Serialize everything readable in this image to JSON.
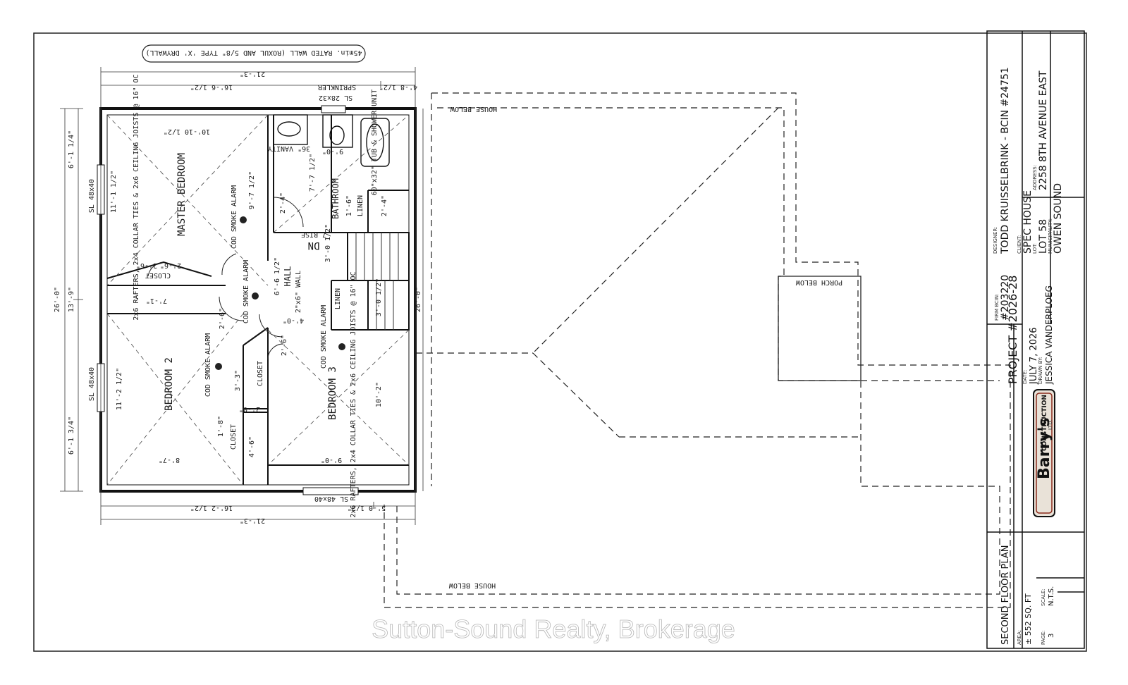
{
  "sheet": {
    "note_banner": "45min. RATED WALL (ROXUL AND 5/8\" TYPE 'X' DRYWALL)",
    "house_below_top": "HOUSE BELOW",
    "house_below_bottom": "HOUSE BELOW",
    "porch_below": "PORCH BELOW",
    "watermark": "Sutton-Sound Realty, Brokerage"
  },
  "rooms": {
    "master": "MASTER BEDROOM",
    "bedroom2": "BEDROOM 2",
    "bedroom3": "BEDROOM 3",
    "bathroom": "BATHROOM",
    "hall": "HALL",
    "closet_master": "CLOSET",
    "closet_b2": "CLOSET",
    "closet_b3": "CLOSET",
    "linen_1": "LINEN",
    "linen_2": "LINEN",
    "stair": "DN",
    "stair_rise": "7 RISE",
    "vanity": "36\" VANITY",
    "tub": "60\"x32\" TUB & SHOWER UNIT",
    "hall_wall": "2\"x6\" WALL",
    "alarm": "COD SMOKE ALARM",
    "rafters_note": "2x6 RAFTERS, 2x4 COLLAR TIES & 2x6 CEILING JOISTS @ 16\" OC"
  },
  "dimensions": {
    "top_overall": "21'-3\"",
    "top_left": "16'-6 1/2\"",
    "top_right": "4'-8 1/2\"",
    "sprinkler": "SPRINKLER",
    "window_top": "SL 28x32",
    "bottom_overall": "21'-3\"",
    "bottom_left": "16'-2 1/2\"",
    "bottom_right": "5'-0 1/2\"",
    "window_bottom": "SL 48x40",
    "left_overall": "26'-0\"",
    "left_top": "6'-1 1/4\"",
    "left_mid": "13'-9\"",
    "left_bottom": "6'-1 3/4\"",
    "window_left_1": "SL 48x40",
    "window_left_2": "SL 48x40",
    "right_overall": "26'-0\"",
    "master_w": "10'-10 1/2\"",
    "master_h": "9'-7 1/2\"",
    "master_l": "11'-1 1/2\"",
    "master_closet": "7'-1\"",
    "bath_w": "9'-0\"",
    "bath_h": "7'-7 1/2\"",
    "linen_w": "2'-4\"",
    "door_master": "2'-4\"",
    "door_master_closet": "2'-6\"",
    "stair_w1": "3'-0 1/2\"",
    "stair_w2": "3'-0 1/2\"",
    "hall_len": "6'-6 1/2\"",
    "hall_w": "4'-0\"",
    "door_b2": "2'-6\"",
    "door_b3": "2'-6\"",
    "b2_l": "11'-2 1/2\"",
    "b2_w": "8'-7\"",
    "b2_closet": "3'-3\"",
    "b2_closet_w": "2'-0\"",
    "b2_closet2": "4'-6\"",
    "b3_w": "9'-0\"",
    "b3_h": "10'-2\"",
    "door_linen": "1'-6\"",
    "door_master_bed": "2'-6\"",
    "door_closet_small": "1'-8\""
  },
  "title_block": {
    "firm_label": "FIRM BCIN:",
    "firm_bcin": "#203220",
    "designer_label": "DESIGNER:",
    "designer": "TODD KRUISSELBRINK - BCIN #24751",
    "client_label": "CLIENT:",
    "client": "SPEC HOUSE",
    "lot_label": "LOT:",
    "lot": "LOT 58",
    "address_label": "ADDRESS:",
    "address": "2258 8TH AVENUE EAST",
    "municipality_label": "MUNICIPALITY:",
    "municipality": "OWEN SOUND",
    "project": "PROJECT #2026-28",
    "date_label": "DATE:",
    "date": "JULY 7, 2026",
    "drawn_label": "DRAWN BY:",
    "drawn_by": "JESSICA VANDERPLOEG",
    "logo_main": "Barry's",
    "logo_sub": "CONSTRUCTION",
    "logo_small": "LTD.",
    "sheet_title": "SECOND FLOOR PLAN",
    "area_label": "AREA:",
    "area": "± 552 SQ. FT",
    "page_label": "PAGE:",
    "page": "3",
    "scale_label": "SCALE:",
    "scale": "N.T.S."
  },
  "colors": {
    "ink": "#1a1a1a",
    "paper": "#ffffff",
    "logo_red": "#8b2a1a"
  }
}
